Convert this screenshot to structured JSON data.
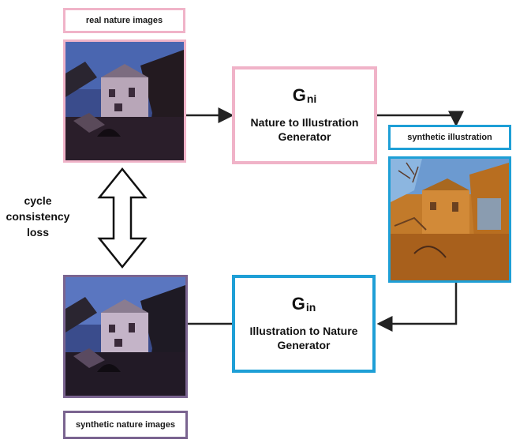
{
  "labels": {
    "real_nature": "real nature images",
    "synthetic_illustration": "synthetic illustration",
    "synthetic_nature": "synthetic nature images"
  },
  "generators": {
    "g_ni": {
      "symbol": "G",
      "subscript": "ni",
      "title_line1": "Nature to Illustration",
      "title_line2": "Generator"
    },
    "g_in": {
      "symbol": "G",
      "subscript": "in",
      "title_line1": "Illustration to Nature",
      "title_line2": "Generator"
    }
  },
  "loss": {
    "line1": "cycle",
    "line2": "consistency",
    "line3": "loss"
  },
  "colors": {
    "pink": "#f0b3c8",
    "blue": "#1e9fd6",
    "purple": "#7a6490",
    "arrow": "#222222"
  }
}
